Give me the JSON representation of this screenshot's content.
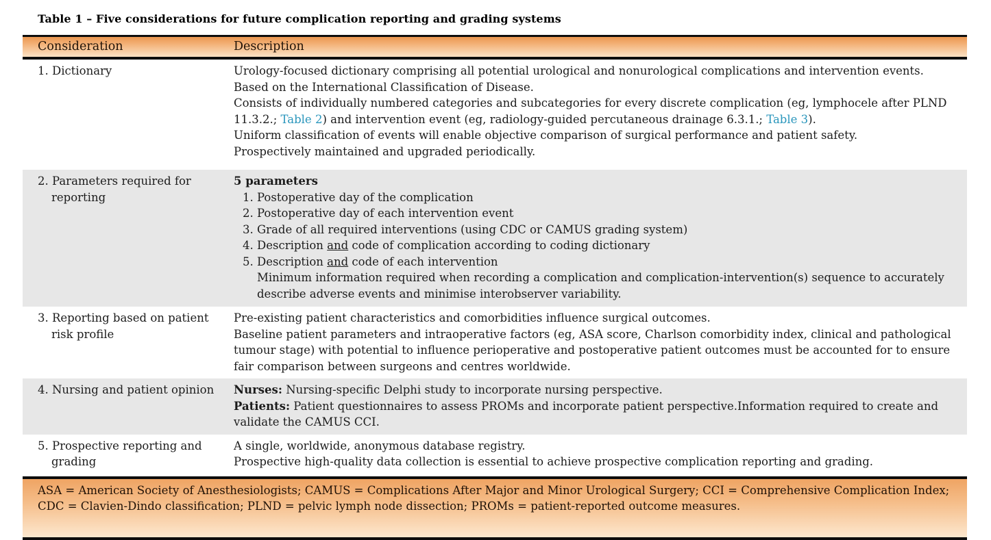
{
  "title": "Table 1 – Five considerations for future complication reporting and grading systems",
  "header": {
    "consideration": "Consideration",
    "description": "Description"
  },
  "rows": [
    {
      "consideration": [
        "1. Dictionary"
      ],
      "desc": {
        "line1": "Urology-focused dictionary comprising all potential urological and nonurological complications and intervention events.",
        "line2": "Based on the International Classification of Disease.",
        "line3_pre": "Consists of individually numbered categories and subcategories for every discrete complication (eg, lymphocele after PLND 11.3.2.; ",
        "line3_link1": "Table 2",
        "line3_mid": ") and intervention event (eg, radiology-guided percutaneous drainage 6.3.1.; ",
        "line3_link2": "Table 3",
        "line3_post": ").",
        "line4": "Uniform classification of events will enable objective comparison of surgical performance and patient safety.",
        "line5": "Prospectively maintained and upgraded periodically."
      }
    },
    {
      "consideration": [
        "2. Parameters required for",
        "reporting"
      ],
      "desc": {
        "heading": "5 parameters",
        "items": [
          {
            "num": "1.",
            "text": "Postoperative day of the complication"
          },
          {
            "num": "2.",
            "text": "Postoperative day of each intervention event"
          },
          {
            "num": "3.",
            "text": "Grade of all required interventions (using CDC or CAMUS grading system)"
          },
          {
            "num": "4.",
            "pre": "Description ",
            "underlined": "and",
            "post": " code of complication according to coding dictionary"
          },
          {
            "num": "5.",
            "pre": "Description ",
            "underlined": "and",
            "post": " code of each intervention"
          }
        ],
        "note": "Minimum information required when recording a complication and complication-intervention(s) sequence to accurately describe adverse events and minimise interobserver variability."
      }
    },
    {
      "consideration": [
        "3. Reporting based on patient",
        "risk profile"
      ],
      "desc": {
        "line1": "Pre-existing patient characteristics and comorbidities influence surgical outcomes.",
        "line2": "Baseline patient parameters and intraoperative factors (eg, ASA score, Charlson comorbidity index, clinical and pathological tumour stage) with potential to influence perioperative and postoperative patient outcomes must be accounted for to ensure fair comparison between surgeons and centres worldwide."
      }
    },
    {
      "consideration": [
        "4. Nursing and patient opinion"
      ],
      "desc": {
        "line1_label": "Nurses:",
        "line1_text": " Nursing-specific Delphi study to incorporate nursing perspective.",
        "line2_label": "Patients:",
        "line2_text": " Patient questionnaires to assess PROMs and incorporate patient perspective.Information required to create and validate the CAMUS CCI."
      }
    },
    {
      "consideration": [
        "5. Prospective reporting and",
        "grading"
      ],
      "desc": {
        "line1": "A single, worldwide, anonymous database registry.",
        "line2": "Prospective high-quality data collection is essential to achieve prospective complication reporting and grading."
      }
    }
  ],
  "footnote": "ASA = American Society of Anesthesiologists; CAMUS = Complications After Major and Minor Urological Surgery; CCI = Comprehensive Complication Index; CDC = Clavien-Dindo classification; PLND = pelvic lymph node dissection; PROMs = patient-reported outcome measures.",
  "colors": {
    "header_gradient_top": "#ea9750",
    "header_gradient_bottom": "#fbe2c4",
    "footer_gradient_top": "#efa463",
    "footer_gradient_bottom": "#fde8cf",
    "alt_row_gray": "#e7e7e7",
    "link_teal": "#2a96bc",
    "rule_black": "#0d0d0d"
  }
}
